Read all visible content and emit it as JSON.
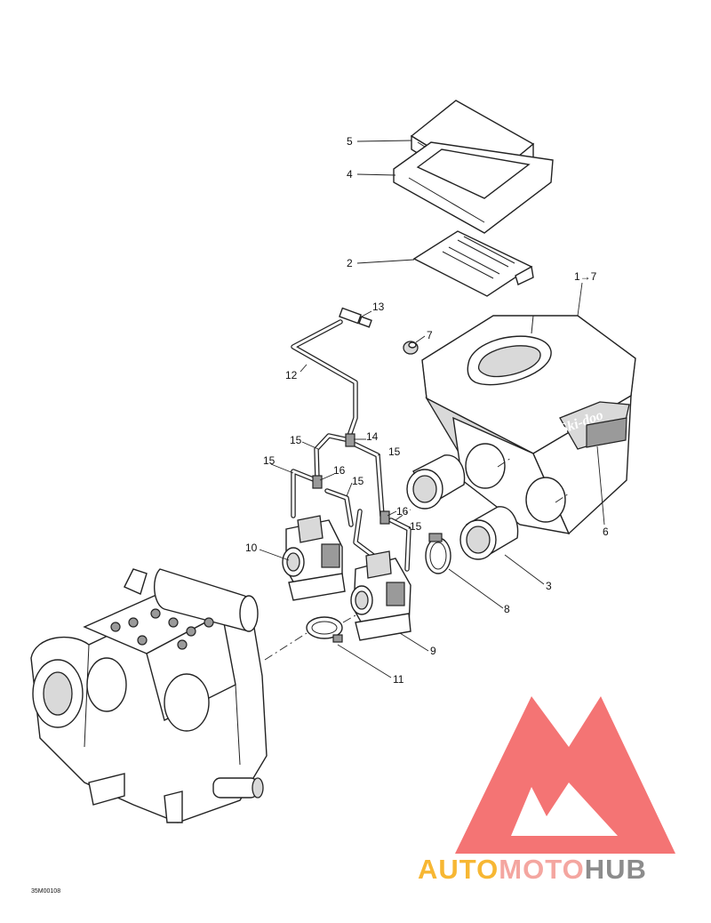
{
  "callouts": {
    "c5": "5",
    "c4": "4",
    "c2": "2",
    "c1": "1→7",
    "c13": "13",
    "c7": "7",
    "c12": "12",
    "c14": "14",
    "c15a": "15",
    "c15b": "15",
    "c15c": "15",
    "c15d": "15",
    "c15e": "15",
    "c16a": "16",
    "c16b": "16",
    "c10": "10",
    "c6": "6",
    "c3": "3",
    "c8": "8",
    "c9": "9",
    "c11": "11"
  },
  "airbox_brand": "Ski-doo",
  "reference_code": "35M00108",
  "watermark": {
    "part1": "AUTO",
    "part2": "MOTO",
    "part3": "HUB",
    "color1": "#f7b733",
    "color2": "#f4a6a0",
    "color3": "#8c8c8c",
    "logo_color": "#f25c5c"
  }
}
